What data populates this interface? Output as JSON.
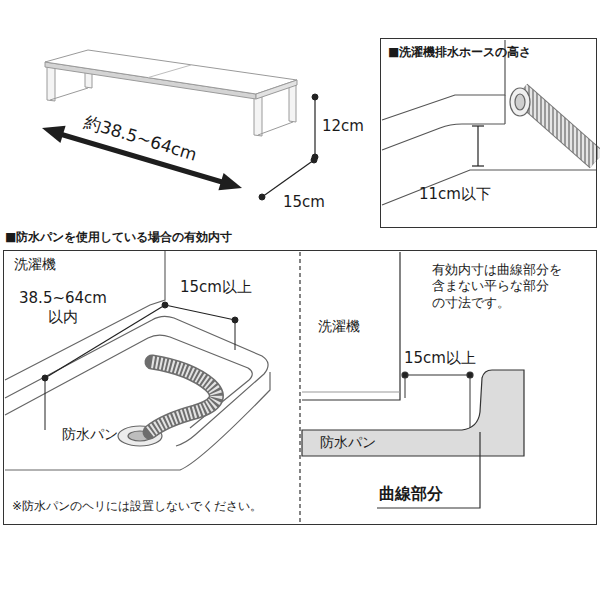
{
  "diagram": {
    "nodes": [
      {
        "text": [
          "■洗濯機排水ホースの高さ",
          "11cm以下"
        ]
      },
      {
        "text": [
          "■防水パンを使用している場合の有効内寸"
        ]
      }
    ],
    "labels": [
      "約38.5~64cm",
      "12cm",
      "15cm",
      "洗濯機",
      "38.5~64cm 以内",
      "15cm以上",
      "防水パン",
      "※防水パンのヘリには設置しないでください。",
      "洗濯機",
      "有効内寸は曲線部分を 含まない平らな部分 の寸法です。",
      "15cm以上",
      "防水パン",
      "曲線部分"
    ]
  }
}
